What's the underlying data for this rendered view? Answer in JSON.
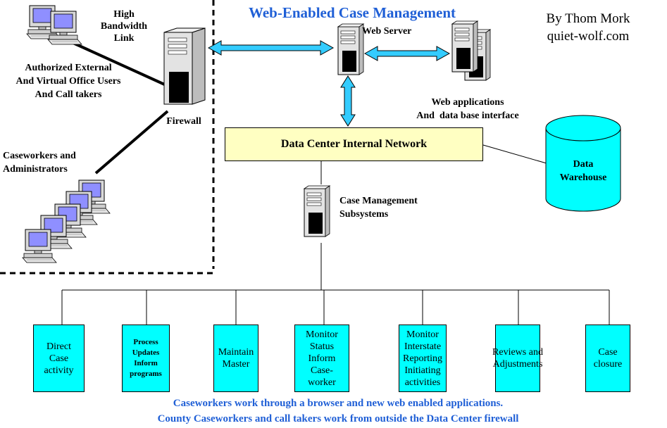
{
  "title": "Web-Enabled Case Management",
  "author": {
    "line1": "By Thom Mork",
    "line2": "quiet-wolf.com"
  },
  "labels": {
    "high_bandwidth": "High\nBandwidth\nLink",
    "external_users": "Authorized External\nAnd Virtual Office Users\nAnd Call takers",
    "firewall": "Firewall",
    "web_server": "Web Server",
    "web_apps": "Web applications\nAnd  data base interface",
    "caseworkers_admins": "Caseworkers and\nAdministrators",
    "data_center_network": "Data Center Internal Network",
    "data_warehouse": "Data\nWarehouse",
    "case_mgmt_subsystems": "Case Management\nSubsystems"
  },
  "processes": [
    {
      "label": "Direct\nCase\nactivity"
    },
    {
      "label": "Process\nUpdates\nInform\nprograms"
    },
    {
      "label": "Maintain\nMaster"
    },
    {
      "label": "Monitor\nStatus\nInform\nCase-\nworker"
    },
    {
      "label": "Monitor\nInterstate\nReporting\nInitiating\nactivities"
    },
    {
      "label": "Reviews and\nAdjustments"
    },
    {
      "label": "Case\nclosure"
    }
  ],
  "footer": {
    "line1": "Caseworkers work through a browser and new web enabled applications.",
    "line2": "County Caseworkers and call takers work from outside the Data Center firewall"
  },
  "colors": {
    "title": "#1f5fd6",
    "network_box": "#ffffc2",
    "process_box": "#00ffff",
    "connector_arrow": "#33ccff",
    "warehouse": "#00ffff"
  }
}
